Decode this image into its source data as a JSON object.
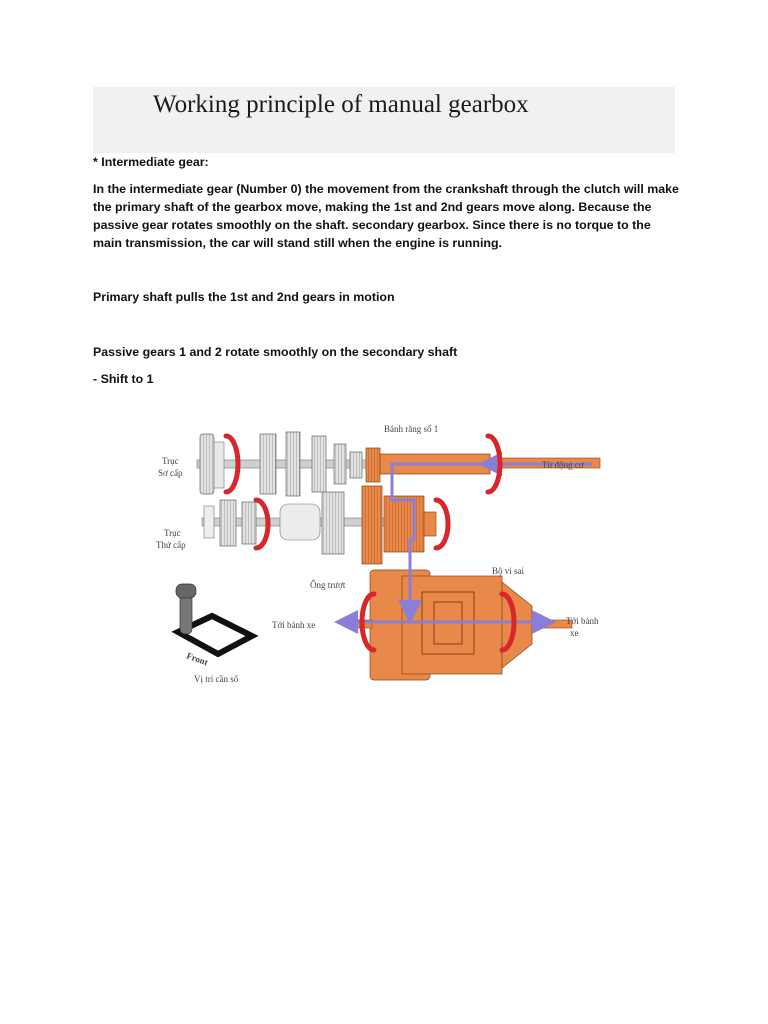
{
  "document": {
    "title": "Working principle of manual gearbox",
    "section_heading": "* Intermediate gear:",
    "intro_paragraph": "In the intermediate gear (Number 0) the movement from the crankshaft through the clutch will make the primary shaft of the gearbox move, making the 1st and 2nd gears move along. Because the passive gear rotates smoothly on the shaft. secondary gearbox. Since there is no torque to the main transmission, the car will stand still when the engine is running.",
    "line_primary": "Primary shaft pulls the 1st and 2nd gears in motion",
    "line_passive": "Passive gears 1 and 2 rotate smoothly on the secondary shaft",
    "line_shift": "- Shift to 1"
  },
  "diagram": {
    "labels": {
      "gear1": "Bánh răng số 1",
      "from_engine": "Từ động cơ",
      "primary_shaft_1": "Trục",
      "primary_shaft_2": "Sơ cấp",
      "secondary_shaft_1": "Trục",
      "secondary_shaft_2": "Thứ cấp",
      "sliding_sleeve": "Ống trượt",
      "differential": "Bộ vi sai",
      "to_wheel_left": "Tới bánh xe",
      "to_wheel_right_1": "Tới bánh",
      "to_wheel_right_2": "xe",
      "shifter_position": "Vị trí cần số",
      "front": "Front"
    },
    "colors": {
      "gear_orange": "#e8894a",
      "arrow_red": "#d8262a",
      "flow_purple": "#8a7fd8",
      "gear_grey": "#dcdcdc"
    }
  }
}
